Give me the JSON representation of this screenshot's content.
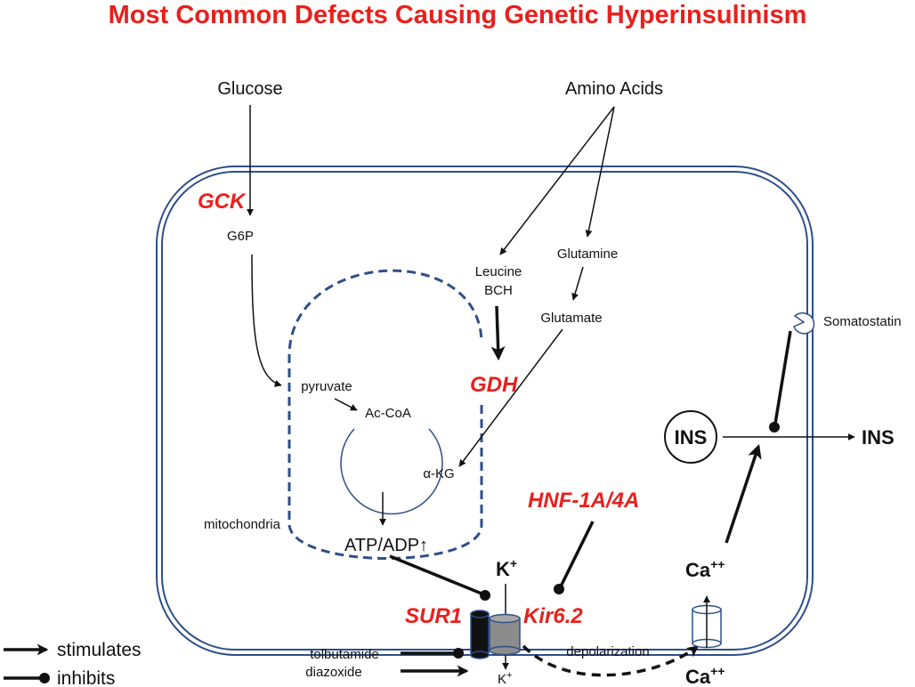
{
  "title": "Most Common Defects Causing Genetic Hyperinsulinism",
  "labels": {
    "glucose": "Glucose",
    "amino_acids": "Amino Acids",
    "g6p": "G6P",
    "leucine": "Leucine",
    "bch": "BCH",
    "glutamine": "Glutamine",
    "glutamate": "Glutamate",
    "somatostatin": "Somatostatin",
    "pyruvate": "pyruvate",
    "ac_coa": "Ac-CoA",
    "alpha_kg": "α-KG",
    "mitochondria": "mitochondria",
    "atp_adp": "ATP/ADP↑",
    "k_plus_top": "K",
    "k_plus_bottom": "K",
    "plus": "+",
    "ca_in": "Ca",
    "ca_out": "Ca",
    "ca_sup": "++",
    "ins_circle": "INS",
    "ins_out": "INS",
    "depolarization": "depolarization",
    "tolbutamide": "tolbutamide",
    "diazoxide": "diazoxide"
  },
  "genes": {
    "gck": "GCK",
    "gdh": "GDH",
    "hnf": "HNF-1A/4A",
    "sur1": "SUR1",
    "kir": "Kir6.2"
  },
  "legend": {
    "stimulates": "stimulates",
    "inhibits": "inhibits"
  },
  "colors": {
    "title": "#e8201c",
    "gene": "#e8201c",
    "membrane": "#2e4f8a",
    "ink": "#111111",
    "sur1": "#111111",
    "kir": "#8c8c8c"
  }
}
